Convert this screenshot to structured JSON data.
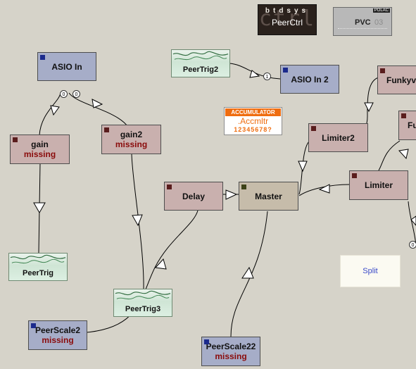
{
  "nodes": {
    "asio_in": "ASIO In",
    "asio_in_2": "ASIO In 2",
    "gain": "gain",
    "gain_status": "missing",
    "gain2": "gain2",
    "gain2_status": "missing",
    "delay": "Delay",
    "master": "Master",
    "limiter": "Limiter",
    "limiter2": "Limiter2",
    "funkyve": "Funkyve",
    "fu": "Fu",
    "peerscale2": "PeerScale2",
    "peerscale2_status": "missing",
    "peerscale22": "PeerScale22",
    "peerscale22_status": "missing",
    "split": "Split"
  },
  "peer_trigs": {
    "peertrig": "PeerTrig",
    "peertrig2": "PeerTrig2",
    "peertrig3": "PeerTrig3"
  },
  "widgets": {
    "peerctrl_top": "btdsys",
    "peerctrl_bottom": "PeerCtrl",
    "peerctrl_big": "ctrl",
    "pvc_label": "PVC",
    "pvc_number": "03",
    "pvc_tag": "POLAC",
    "accumulator_header": "ACCUMULATOR",
    "accumulator_name": ".Accmltr",
    "accumulator_digits": "12345678?"
  },
  "ports": {
    "p1": "0",
    "p2": "0",
    "p3": "1",
    "p4": "0"
  },
  "colors": {
    "background": "#d6d3c9",
    "generator": "#a6adc8",
    "effect": "#c9b0ae",
    "master": "#c6bcaa",
    "missing_text": "#8a0b0b",
    "accumulator": "#ef6d10"
  }
}
